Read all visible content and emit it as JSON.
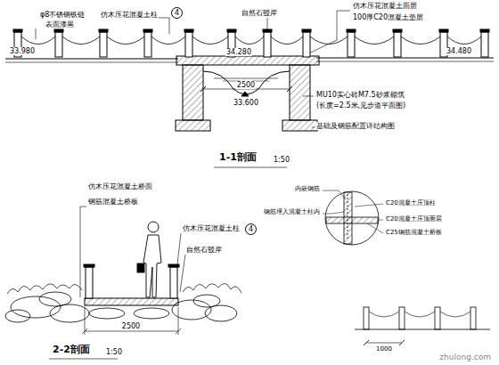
{
  "diagram": {
    "labels": [
      "φ8不锈钢铁链",
      "表面漆黑",
      "仿木压花混凝土柱",
      "4",
      "自然石驳岸",
      "仿木压花混凝土面层",
      "100厚C20混凝土垫层",
      "33.980",
      "34.280",
      "34.480",
      "2500",
      "MU10实心砖M7.5砂浆砌筑",
      "(长度=2.5米,见步道平面图)",
      "33.600",
      "基础及钢筋配置详结构图",
      "1-1剖面",
      "1:50",
      "仿木压花混凝土桥面",
      "钢筋混凝土桥板",
      "仿木压花混凝土柱",
      "4",
      "自然石驳岸",
      "2500",
      "2-2剖面",
      "1:50",
      "内嵌钢筋",
      "钢筋埋入混凝土柱内",
      "C20混凝土压顶柱",
      "C20混凝土压顶面层",
      "C25钢筋混凝土桥板",
      "1000",
      "zhulong.com"
    ]
  }
}
